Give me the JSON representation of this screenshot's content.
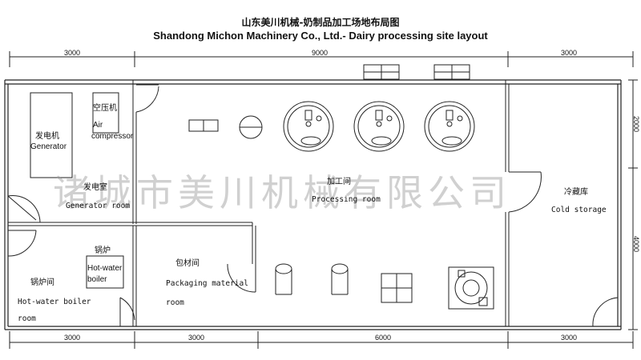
{
  "title_cn": "山东美川机械-奶制品加工场地布局图",
  "title_en": "Shandong Michon Machinery Co., Ltd.- Dairy processing site layout",
  "watermark": "诸城市美川机械有限公司",
  "dimensions": {
    "top": [
      "3000",
      "9000",
      "3000"
    ],
    "bottom": [
      "3000",
      "3000",
      "6000",
      "3000"
    ],
    "right": [
      "2000",
      "4000"
    ]
  },
  "rooms": {
    "generator_room": {
      "cn": "发电室",
      "en": "Generator room"
    },
    "processing_room": {
      "cn": "加工间",
      "en": "Processing room"
    },
    "cold_storage": {
      "cn": "冷藏库",
      "en": "Cold storage"
    },
    "boiler_room": {
      "cn": "锅炉间",
      "en_line1": "Hot-water boiler",
      "en_line2": "room"
    },
    "packaging_room": {
      "cn": "包材间",
      "en_line1": "Packaging material",
      "en_line2": "room"
    }
  },
  "equipment": {
    "generator": {
      "cn": "发电机",
      "en": "Generator"
    },
    "air_compressor": {
      "cn": "空压机",
      "en_line1": "Air",
      "en_line2": "compressor"
    },
    "boiler": {
      "cn": "锅炉",
      "en_line1": "Hot-water",
      "en_line2": "boiler"
    }
  }
}
